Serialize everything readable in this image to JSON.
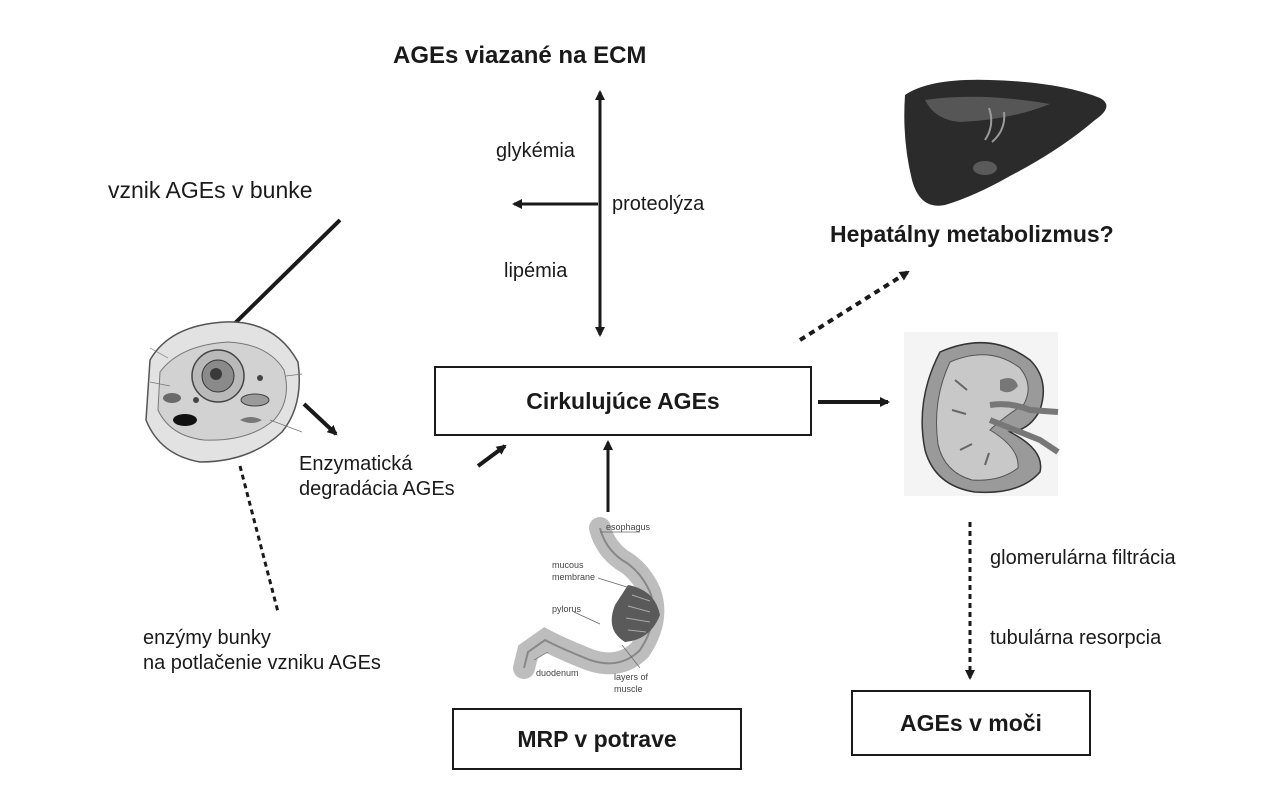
{
  "top_node": "AGEs viazané na ECM",
  "glycemia": "glykémia",
  "proteolysis": "proteolýza",
  "lipemia": "lipémia",
  "cell_origin": "vznik AGEs v bunke",
  "hepatic": "Hepatálny metabolizmus?",
  "circulating": "Cirkulujúce AGEs",
  "enzymatic_line1": "Enzymatická",
  "enzymatic_line2": "degradácia AGEs",
  "cell_enzymes_line1": "enzýmy bunky",
  "cell_enzymes_line2": "na potlačenie vzniku AGEs",
  "glomerular": "glomerulárna filtrácia",
  "tubular": "tubulárna resorpcia",
  "urine": "AGEs v moči",
  "food": "MRP v potrave",
  "stomach_labels": {
    "esophagus": "esophagus",
    "mucous1": "mucous",
    "mucous2": "membrane",
    "pylorus": "pylorus",
    "duodenum": "duodenum",
    "layers1": "layers of",
    "layers2": "muscle"
  },
  "colors": {
    "ink": "#1a1a1a",
    "organ_dark": "#2b2b2b",
    "organ_mid": "#7a7a7a",
    "organ_light": "#cfcfcf"
  },
  "icons": [
    "cell-illustration",
    "liver-illustration",
    "kidney-illustration",
    "stomach-illustration"
  ]
}
